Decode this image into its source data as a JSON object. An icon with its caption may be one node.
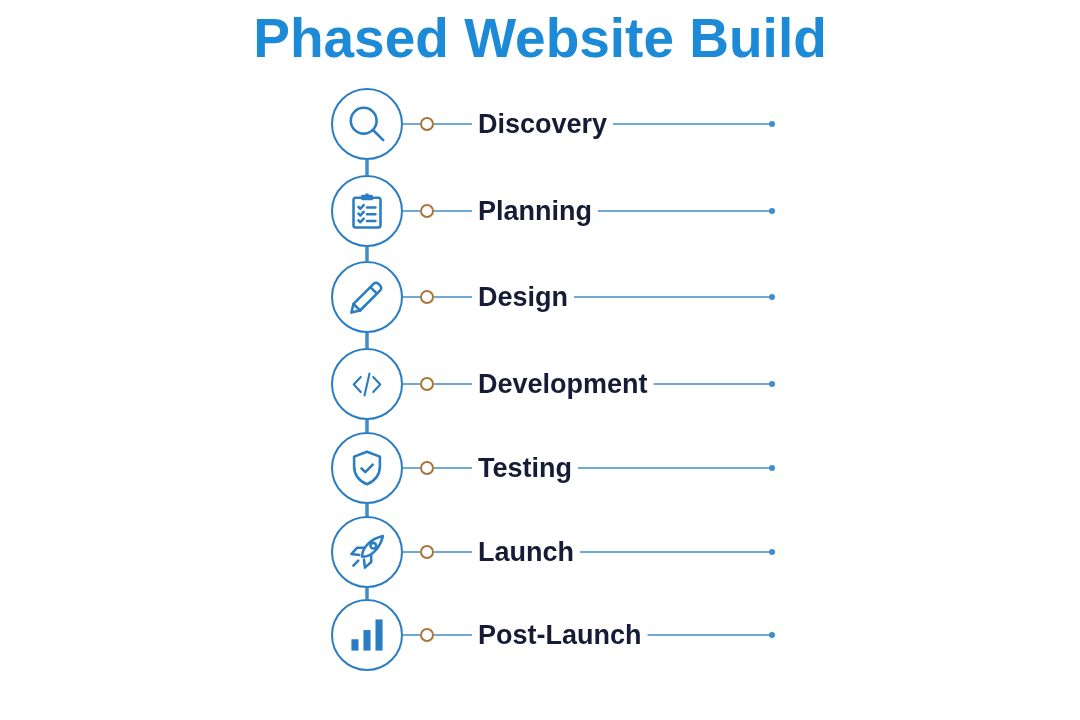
{
  "diagram": {
    "title": "Phased Website Build",
    "nodes": [
      {
        "text": [],
        "shape": "circle"
      },
      {
        "text": [],
        "shape": "circle"
      },
      {
        "text": [
          "Discovery"
        ]
      },
      {
        "text": [],
        "shape": "circle"
      },
      {
        "text": [],
        "shape": "circle"
      },
      {
        "text": [
          "Planning"
        ]
      },
      {
        "text": [],
        "shape": "circle"
      },
      {
        "text": [],
        "shape": "circle"
      },
      {
        "text": [
          "Design"
        ]
      },
      {
        "text": [],
        "shape": "circle"
      },
      {
        "text": [],
        "shape": "circle"
      },
      {
        "text": [
          "Development"
        ]
      },
      {
        "text": [],
        "shape": "circle"
      },
      {
        "text": [],
        "shape": "circle"
      },
      {
        "text": [
          "Testing"
        ]
      },
      {
        "text": [],
        "shape": "circle"
      },
      {
        "text": [],
        "shape": "circle"
      },
      {
        "text": [
          "Launch"
        ]
      },
      {
        "text": [],
        "shape": "circle"
      },
      {
        "text": [],
        "shape": "circle"
      },
      {
        "text": [
          "Post-Launch"
        ]
      }
    ],
    "edges": [
      {
        "from": 0,
        "to": 1,
        "arrow": "none"
      },
      {
        "from": 1,
        "to": 2,
        "arrow": "none"
      },
      {
        "from": 2,
        "to": null,
        "arrow": "other"
      },
      {
        "from": 0,
        "to": 3,
        "arrow": "none",
        "style": "thick"
      },
      {
        "from": 3,
        "to": 4,
        "arrow": "none"
      },
      {
        "from": 4,
        "to": 5,
        "arrow": "none"
      },
      {
        "from": 5,
        "to": null,
        "arrow": "other"
      },
      {
        "from": 3,
        "to": 6,
        "arrow": "none",
        "style": "thick"
      },
      {
        "from": 6,
        "to": 7,
        "arrow": "none"
      },
      {
        "from": 7,
        "to": 8,
        "arrow": "none"
      },
      {
        "from": 8,
        "to": null,
        "arrow": "other"
      },
      {
        "from": 6,
        "to": 9,
        "arrow": "none",
        "style": "thick"
      },
      {
        "from": 9,
        "to": 10,
        "arrow": "none"
      },
      {
        "from": 10,
        "to": 11,
        "arrow": "none"
      },
      {
        "from": 11,
        "to": null,
        "arrow": "other"
      },
      {
        "from": 9,
        "to": 12,
        "arrow": "none",
        "style": "thick"
      },
      {
        "from": 12,
        "to": 13,
        "arrow": "none"
      },
      {
        "from": 13,
        "to": 14,
        "arrow": "none"
      },
      {
        "from": 14,
        "to": null,
        "arrow": "other"
      },
      {
        "from": 12,
        "to": 15,
        "arrow": "none",
        "style": "thick"
      },
      {
        "from": 15,
        "to": 16,
        "arrow": "none"
      },
      {
        "from": 16,
        "to": 17,
        "arrow": "none"
      },
      {
        "from": 17,
        "to": null,
        "arrow": "other"
      },
      {
        "from": 15,
        "to": 18,
        "arrow": "none",
        "style": "thick"
      },
      {
        "from": 18,
        "to": 19,
        "arrow": "none"
      },
      {
        "from": 19,
        "to": 20,
        "arrow": "none"
      },
      {
        "from": 20,
        "to": null,
        "arrow": "other"
      }
    ]
  }
}
